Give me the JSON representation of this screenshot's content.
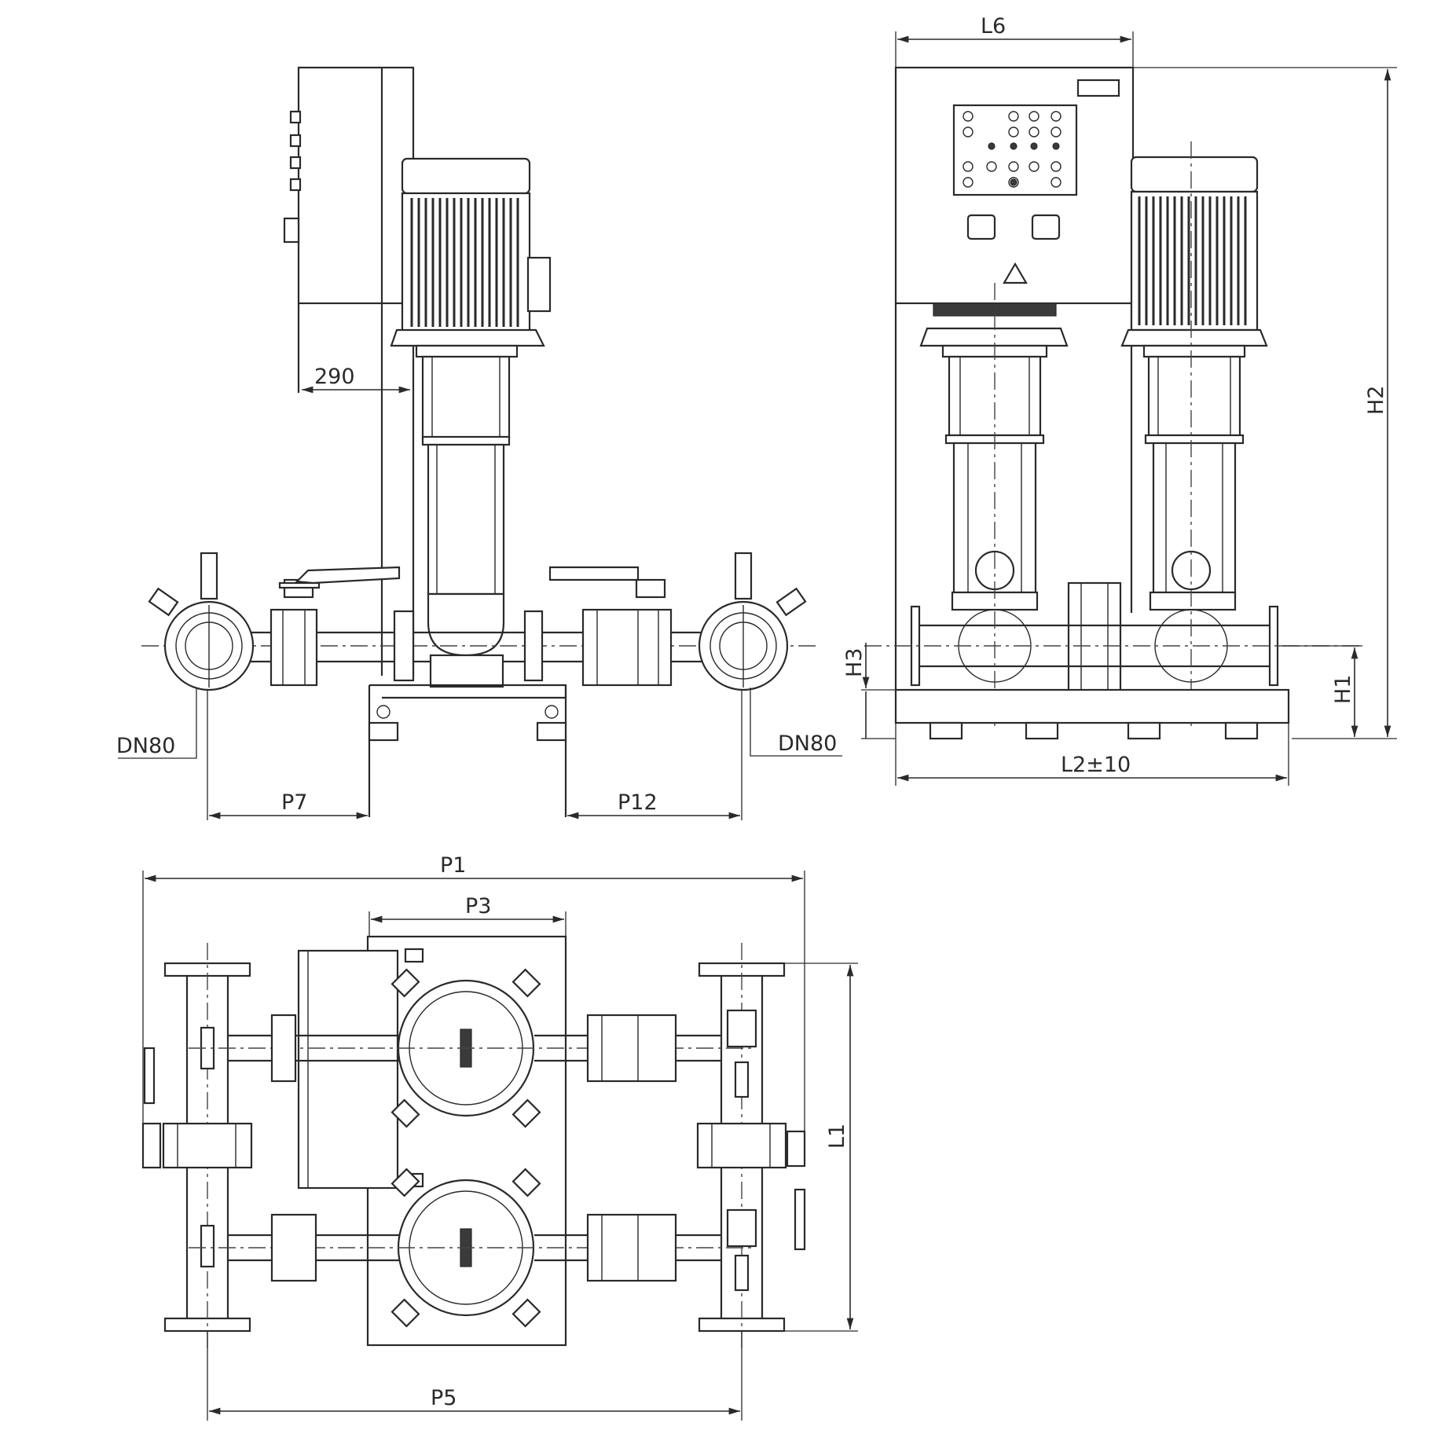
{
  "dimensions": {
    "d290": "290",
    "l6": "L6",
    "h2": "H2",
    "h3": "H3",
    "h1": "H1",
    "dn80_left": "DN80",
    "dn80_right": "DN80",
    "p7": "P7",
    "p12": "P12",
    "l2": "L2±10",
    "p1": "P1",
    "p3": "P3",
    "p5": "P5",
    "l1": "L1"
  }
}
